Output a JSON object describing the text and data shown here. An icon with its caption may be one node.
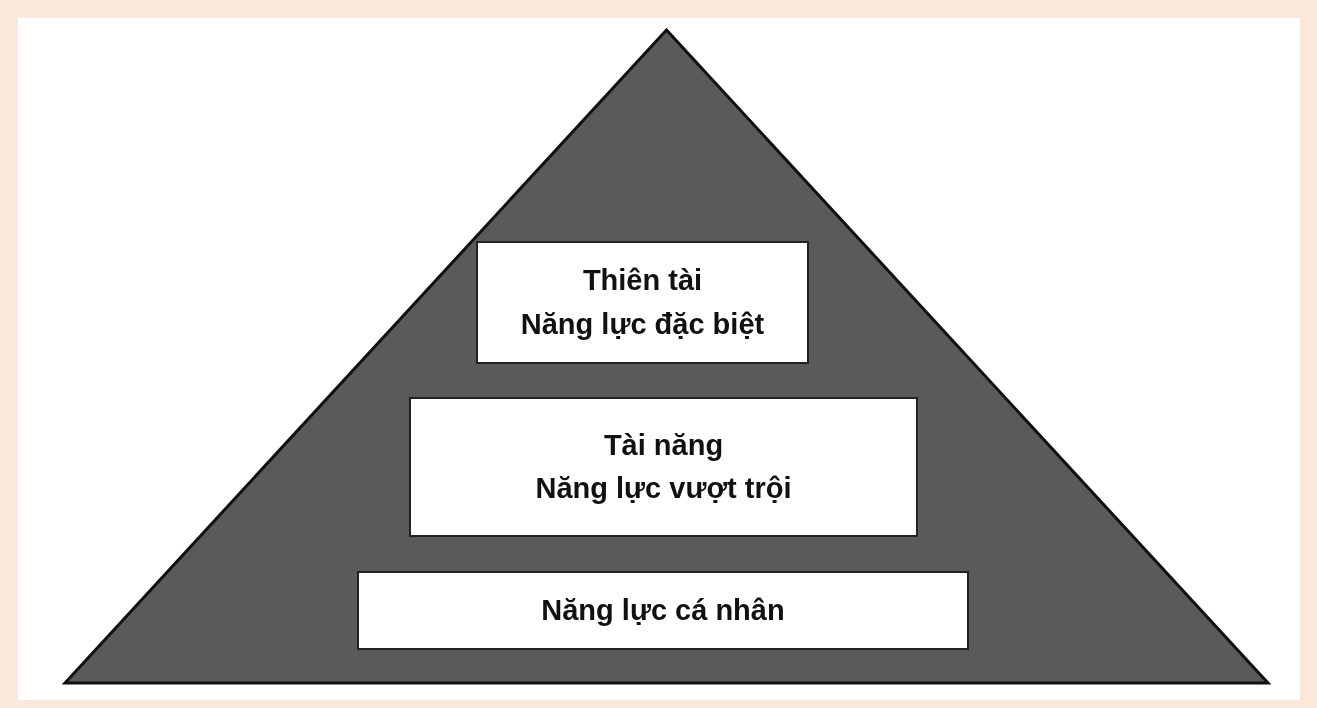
{
  "diagram": {
    "nodes": [
      {
        "text": [],
        "shape": "triangle"
      },
      {
        "text": [
          "Thiên tài",
          "Năng lực đặc biệt"
        ],
        "in": 0
      },
      {
        "text": [
          "Tài năng",
          "Năng lực vượt trội"
        ],
        "in": 0
      },
      {
        "text": [
          "Năng lực cá nhân"
        ],
        "in": 0
      }
    ]
  }
}
